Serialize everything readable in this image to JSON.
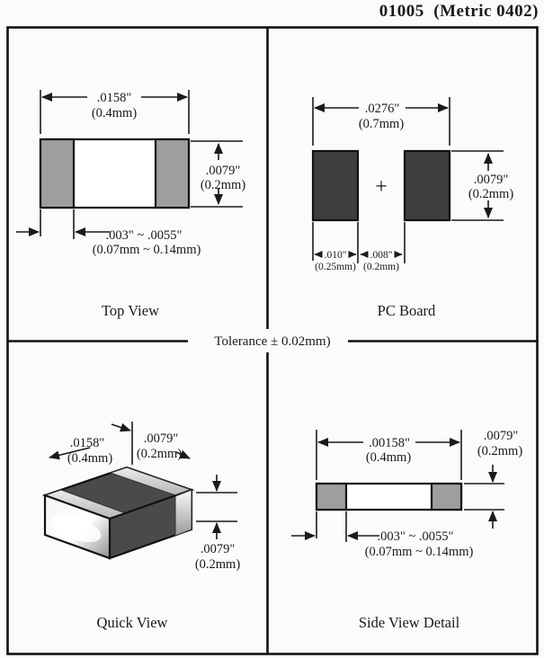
{
  "title": "01005  (Metric 0402)",
  "tolerance_note": "Tolerance ±  0.02mm)",
  "colors": {
    "cap_gray": "#9e9e9e",
    "pad_dark": "#3e3e3e",
    "body_dark": "#4a4a48",
    "line": "#1a1a1a",
    "background": "#fbfbfb"
  },
  "top_view": {
    "label": "Top View",
    "length_in": ".0158\"",
    "length_mm": "(0.4mm)",
    "width_in": ".0079\"",
    "width_mm": "(0.2mm)",
    "terminal_in": ".003\" ~ .0055\"",
    "terminal_mm": "(0.07mm ~ 0.14mm)"
  },
  "pc_board": {
    "label": "PC Board",
    "plus_mark": "+",
    "span_in": ".0276\"",
    "span_mm": "(0.7mm)",
    "pad_height_in": ".0079\"",
    "pad_height_mm": "(0.2mm)",
    "pad_width_in": ".010\"",
    "pad_width_mm": "(0.25mm)",
    "gap_in": ".008\"",
    "gap_mm": "(0.2mm)"
  },
  "quick_view": {
    "label": "Quick View",
    "length_in": ".0158\"",
    "length_mm": "(0.4mm)",
    "width_in": ".0079\"",
    "width_mm": "(0.2mm)",
    "height_in": ".0079\"",
    "height_mm": "(0.2mm)"
  },
  "side_view": {
    "label": "Side View Detail",
    "length_in": ".00158\"",
    "length_mm": "(0.4mm)",
    "height_in": ".0079\"",
    "height_mm": "(0.2mm)",
    "terminal_in": ".003\" ~ .0055\"",
    "terminal_mm": "(0.07mm ~ 0.14mm)"
  }
}
